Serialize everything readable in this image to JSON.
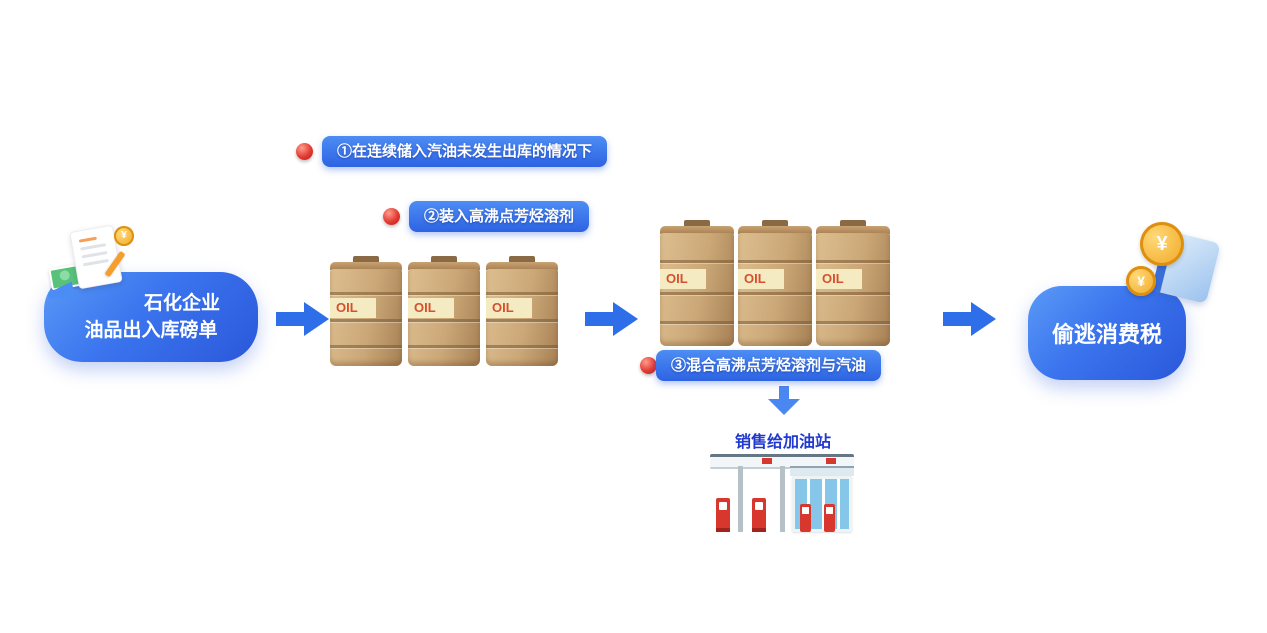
{
  "colors": {
    "flow_arrow_blue": "#2e6ee8",
    "node_gradient_start": "#5a9af7",
    "node_gradient_end": "#2a58da",
    "step_dot_red": "#d42a2a",
    "barrel_tan": "#cba777",
    "oil_label_text_red": "#d4502e",
    "sale_text_blue": "#2239cf"
  },
  "source_node": {
    "line1": "石化企业",
    "line2": "油品出入库磅单"
  },
  "steps": [
    {
      "label": "①在连续储入汽油未发生出库的情况下"
    },
    {
      "label": "②装入高沸点芳烃溶剂"
    },
    {
      "label": "③混合高沸点芳烃溶剂与汽油"
    }
  ],
  "barrels": {
    "label": "OIL"
  },
  "result_node": {
    "label": "偷逃消费税"
  },
  "sale": {
    "label": "销售给加油站"
  },
  "icons": {
    "coin_symbol": "¥"
  }
}
